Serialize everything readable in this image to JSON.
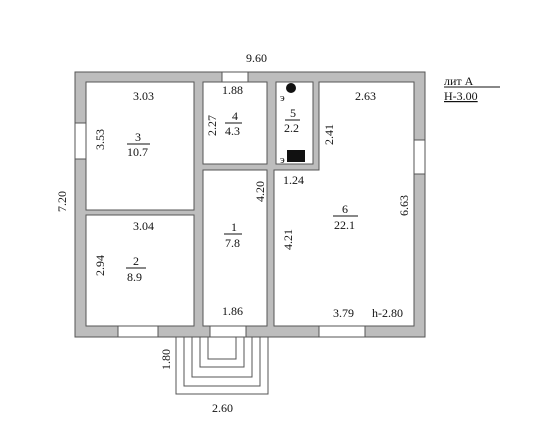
{
  "header": {
    "litera": "лит А",
    "height": "Н-3.00"
  },
  "dimensions": {
    "top_total": "9.60",
    "left_total": "7.20",
    "right_room6": "6.63",
    "porch_width": "2.60",
    "porch_depth": "1.80",
    "room6_ceiling": "h-2.80"
  },
  "rooms": [
    {
      "id": "room-3",
      "number": "3",
      "area": "10.7",
      "width": "3.03",
      "height": "3.53"
    },
    {
      "id": "room-2",
      "number": "2",
      "area": "8.9",
      "width": "3.04",
      "height": "2.94"
    },
    {
      "id": "room-4",
      "number": "4",
      "area": "4.3",
      "width": "1.88",
      "height": "2.27"
    },
    {
      "id": "room-5",
      "number": "5",
      "area": "2.2",
      "height": "2.41"
    },
    {
      "id": "room-1",
      "number": "1",
      "area": "7.8",
      "width": "1.86",
      "height": "4.20"
    },
    {
      "id": "room-6",
      "number": "6",
      "area": "22.1",
      "width_top": "2.63",
      "width_bottom": "3.79",
      "height": "4.21"
    }
  ],
  "misc": {
    "room5_bottom": "1.24",
    "appliance_mark_1": "э",
    "appliance_mark_2": "э"
  }
}
